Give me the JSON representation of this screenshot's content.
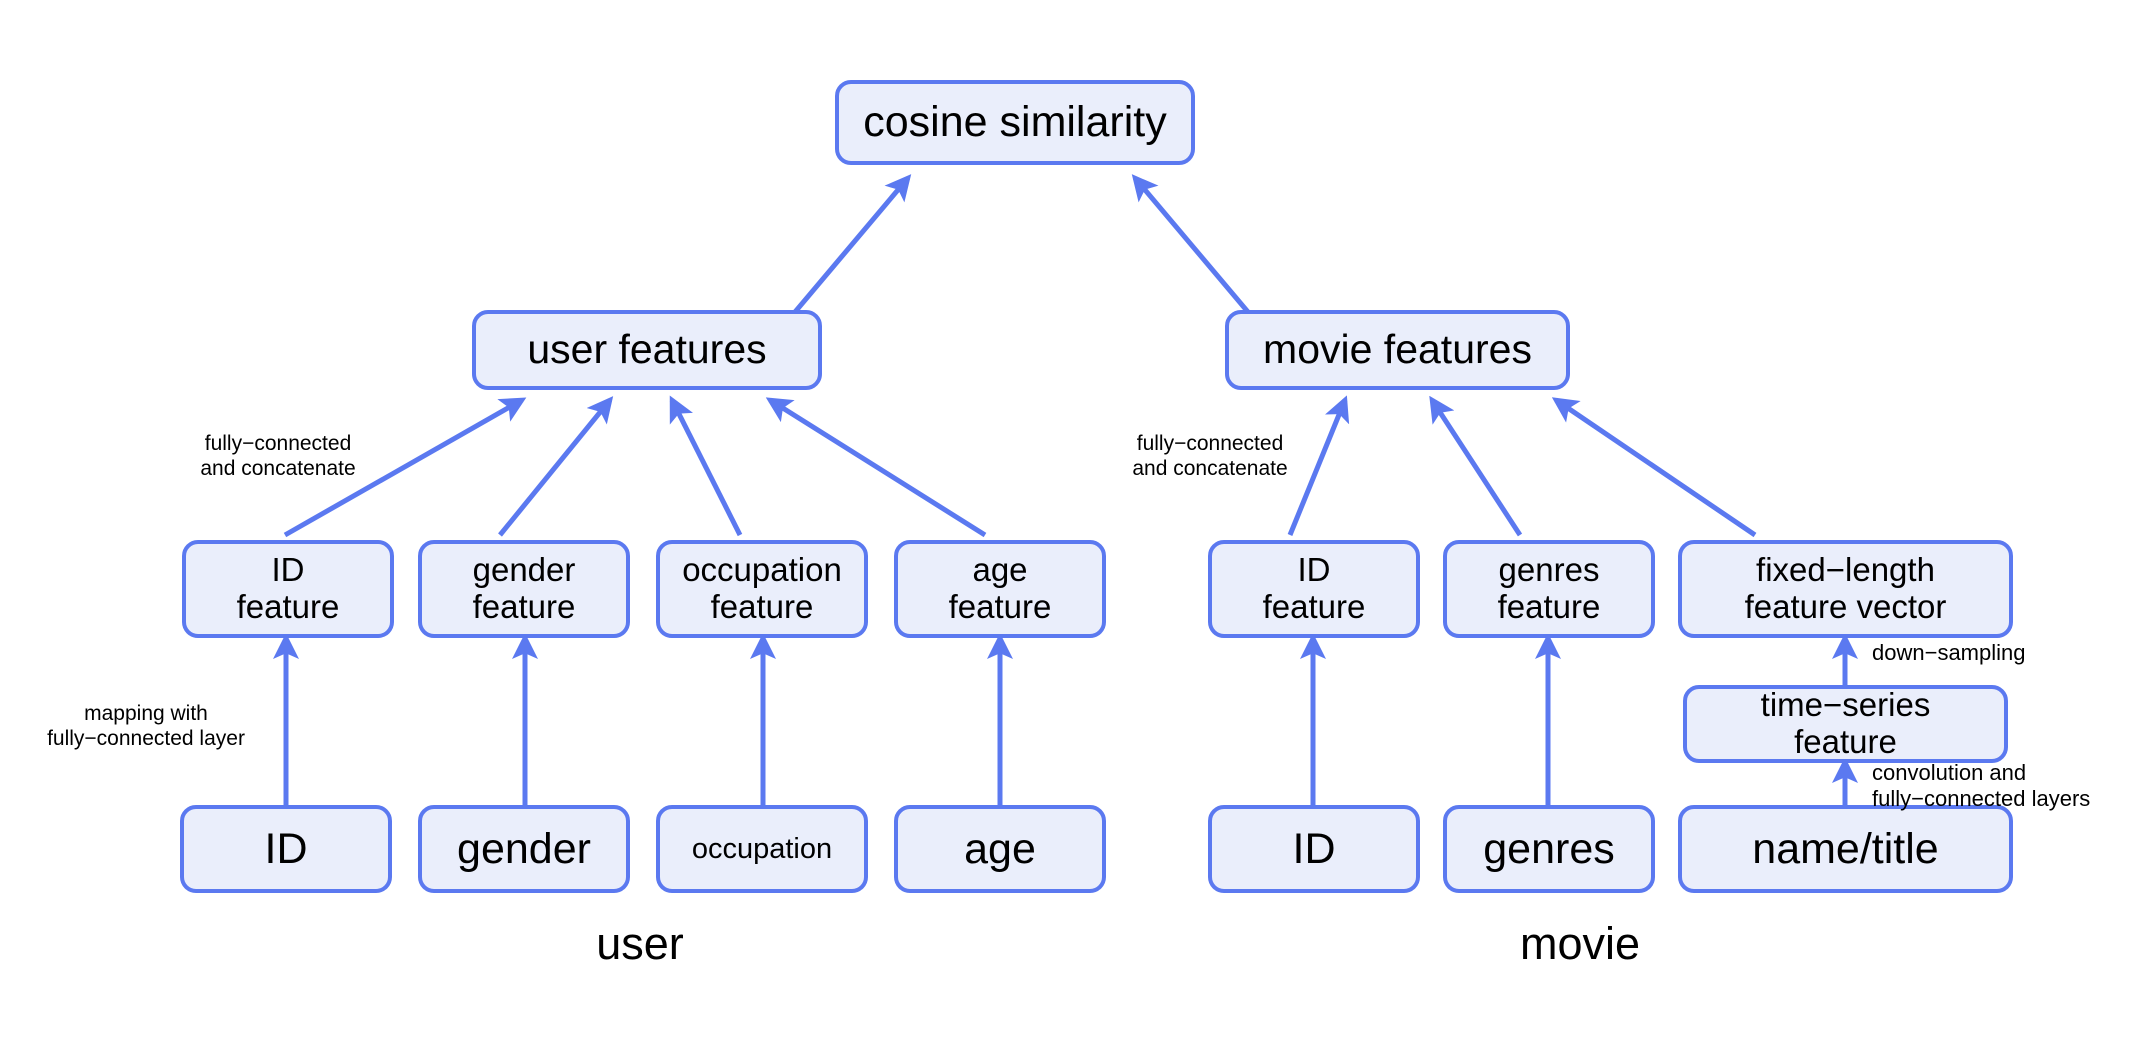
{
  "diagram": {
    "title_node": {
      "label": "cosine similarity"
    },
    "branches": {
      "user": {
        "group_label": "user",
        "features_node": "user features",
        "concat_annotation": "fully−connected\nand concatenate",
        "mapping_annotation": "mapping with\nfully−connected layer",
        "feature_nodes": [
          {
            "label": "ID\nfeature"
          },
          {
            "label": "gender\nfeature"
          },
          {
            "label": "occupation\nfeature"
          },
          {
            "label": "age\nfeature"
          }
        ],
        "input_nodes": [
          {
            "label": "ID"
          },
          {
            "label": "gender"
          },
          {
            "label": "occupation"
          },
          {
            "label": "age"
          }
        ]
      },
      "movie": {
        "group_label": "movie",
        "features_node": "movie features",
        "concat_annotation": "fully−connected\nand concatenate",
        "feature_nodes": [
          {
            "label": "ID\nfeature"
          },
          {
            "label": "genres\nfeature"
          },
          {
            "label": "fixed−length\nfeature vector"
          }
        ],
        "intermediate_node": {
          "label": "time−series\nfeature"
        },
        "downsampling_annotation": "down−sampling",
        "convolution_annotation": "convolution and\nfully−connected layers",
        "input_nodes": [
          {
            "label": "ID"
          },
          {
            "label": "genres"
          },
          {
            "label": "name/title"
          }
        ]
      }
    },
    "colors": {
      "node_fill": "#eaeefb",
      "node_border": "#5b79f0",
      "arrow": "#5b79f0",
      "text": "#000000",
      "background": "#ffffff"
    }
  }
}
